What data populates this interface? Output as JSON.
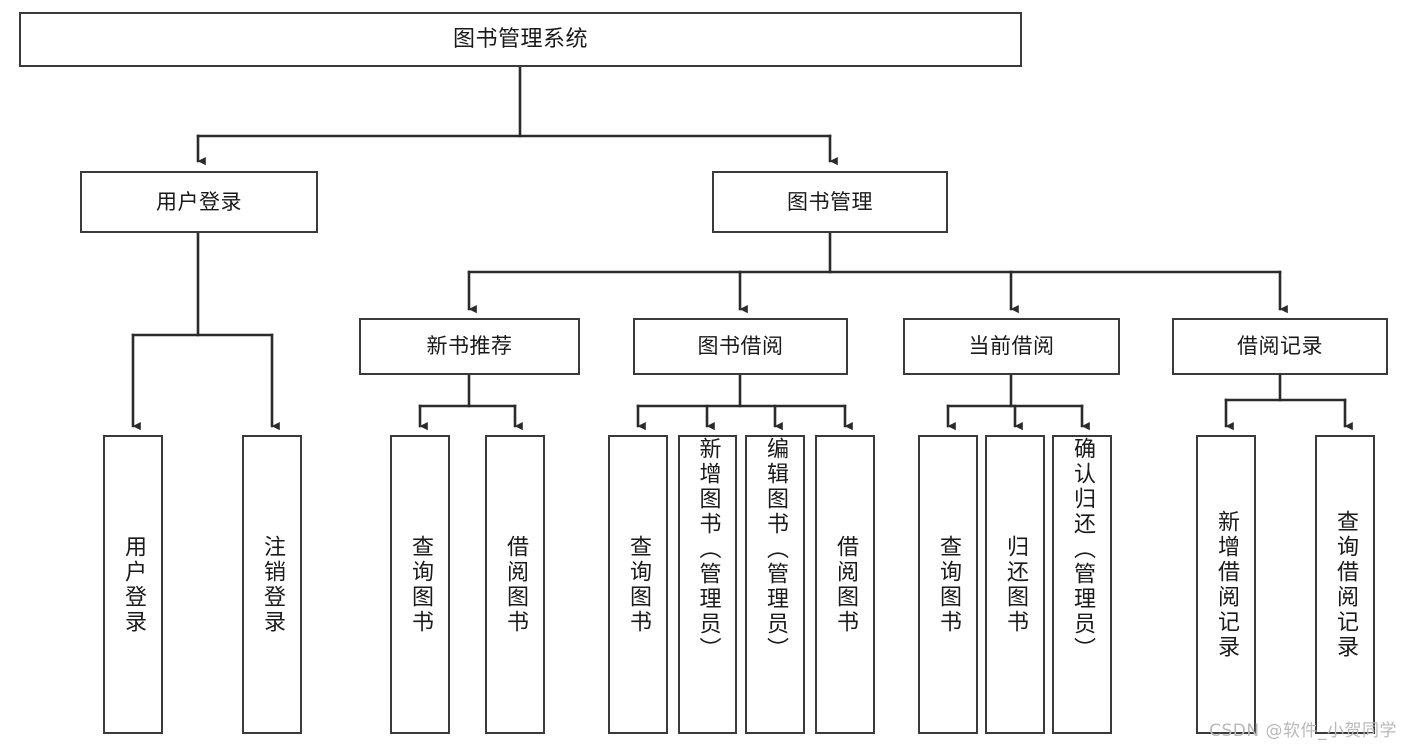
{
  "diagram": {
    "type": "tree",
    "title": "图书管理系统",
    "root": {
      "label": "图书管理系统"
    },
    "level1": [
      {
        "id": "user-login",
        "label": "用户登录"
      },
      {
        "id": "book-manage",
        "label": "图书管理"
      }
    ],
    "level2": [
      {
        "id": "new-book-recommend",
        "label": "新书推荐",
        "parent": "book-manage"
      },
      {
        "id": "book-borrow",
        "label": "图书借阅",
        "parent": "book-manage"
      },
      {
        "id": "current-borrow",
        "label": "当前借阅",
        "parent": "book-manage"
      },
      {
        "id": "borrow-record",
        "label": "借阅记录",
        "parent": "book-manage"
      }
    ],
    "leaves": [
      {
        "id": "leaf-user-login",
        "label": "用户登录",
        "parent": "user-login"
      },
      {
        "id": "leaf-user-logout",
        "label": "注销登录",
        "parent": "user-login"
      },
      {
        "id": "leaf-query-book-1",
        "label": "查询图书",
        "parent": "new-book-recommend"
      },
      {
        "id": "leaf-borrow-book-1",
        "label": "借阅图书",
        "parent": "new-book-recommend"
      },
      {
        "id": "leaf-query-book-2",
        "label": "查询图书",
        "parent": "book-borrow"
      },
      {
        "id": "leaf-add-book",
        "label": "新增图书（管理员）",
        "parent": "book-borrow"
      },
      {
        "id": "leaf-edit-book",
        "label": "编辑图书（管理员）",
        "parent": "book-borrow"
      },
      {
        "id": "leaf-borrow-book-2",
        "label": "借阅图书",
        "parent": "book-borrow"
      },
      {
        "id": "leaf-query-book-3",
        "label": "查询图书",
        "parent": "current-borrow"
      },
      {
        "id": "leaf-return-book",
        "label": "归还图书",
        "parent": "current-borrow"
      },
      {
        "id": "leaf-confirm-return",
        "label": "确认归还（管理员）",
        "parent": "current-borrow"
      },
      {
        "id": "leaf-add-record",
        "label": "新增借阅记录",
        "parent": "borrow-record"
      },
      {
        "id": "leaf-query-record",
        "label": "查询借阅记录",
        "parent": "borrow-record"
      }
    ],
    "colors": {
      "box_border": "#3a3a3a",
      "box_fill": "#ffffff",
      "connector": "#2b2b2b",
      "text": "#1a1a1a",
      "watermark": "#b9b9b9",
      "background": "#ffffff"
    }
  },
  "watermark": {
    "text": "CSDN @软件_小贺同学"
  }
}
